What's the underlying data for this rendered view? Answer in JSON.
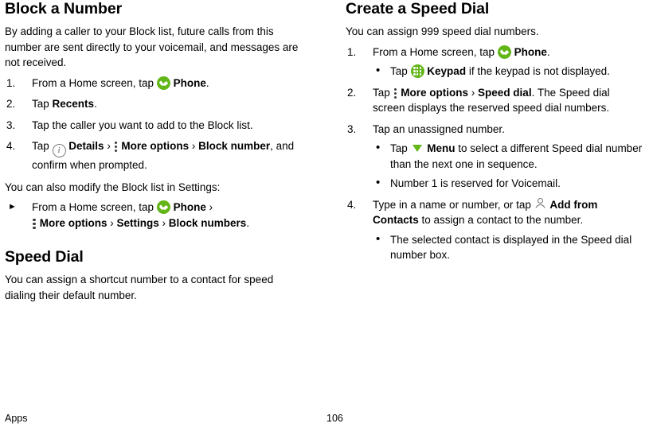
{
  "left": {
    "title": "Block a Number",
    "intro": "By adding a caller to your Block list, future calls from this number are sent directly to your voicemail, and messages are not received.",
    "steps": [
      {
        "num": "1.",
        "pre": "From a Home screen, tap ",
        "bold1": "Phone",
        "post": "."
      },
      {
        "num": "2.",
        "pre": "Tap ",
        "bold1": "Recents",
        "post": "."
      },
      {
        "num": "3.",
        "pre": "Tap the caller you want to add to the Block list.",
        "bold1": "",
        "post": ""
      },
      {
        "num": "4.",
        "pre": "Tap ",
        "bold1": "Details",
        "mid1": " › ",
        "bold2": "More options",
        "mid2": " › ",
        "bold3": "Block number",
        "post": ", and confirm when prompted."
      }
    ],
    "modify_note": "You can also modify the Block list in Settings:",
    "arrow_item": {
      "arrow": "►",
      "pre": "From a Home screen, tap ",
      "bold1": "Phone",
      "mid1": " › ",
      "bold2": "More options",
      "mid2": " › ",
      "bold3": "Settings",
      "mid3": " › ",
      "bold4": "Block numbers",
      "post": "."
    },
    "speed_dial_title": "Speed Dial",
    "speed_dial_body": "You can assign a shortcut number to a contact for speed dialing their default number."
  },
  "right": {
    "title": "Create a Speed Dial",
    "intro": "You can assign 999 speed dial numbers.",
    "steps": [
      {
        "num": "1.",
        "pre": "From a Home screen, tap ",
        "bold1": "Phone",
        "post": ".",
        "bullets": [
          {
            "pre": "Tap ",
            "bold1": "Keypad",
            "post": " if the keypad is not displayed."
          }
        ]
      },
      {
        "num": "2.",
        "pre": "Tap ",
        "bold1": "More options",
        "mid1": " › ",
        "bold2": "Speed dial",
        "post": ". The Speed dial screen displays the reserved speed dial numbers.",
        "bullets": []
      },
      {
        "num": "3.",
        "pre": "Tap an unassigned number.",
        "bold1": "",
        "post": "",
        "bullets": [
          {
            "pre": "Tap ",
            "bold1": "Menu",
            "post": " to select a different Speed dial number than the next one in sequence."
          },
          {
            "pre": "Number 1 is reserved for Voicemail.",
            "bold1": "",
            "post": ""
          }
        ]
      },
      {
        "num": "4.",
        "pre": "Type in a name or number, or tap ",
        "bold1": "Add from Contacts",
        "post": " to assign a contact to the number.",
        "bullets": [
          {
            "pre": "The selected contact is displayed in the Speed dial number box.",
            "bold1": "",
            "post": ""
          }
        ]
      }
    ]
  },
  "footer": {
    "left": "Apps",
    "page": "106"
  },
  "icons": {
    "phone": "phone-icon",
    "more_options": "more-options-icon",
    "details": "details-info-icon",
    "keypad": "keypad-icon",
    "menu": "menu-caret-icon",
    "add_from_contacts": "add-from-contacts-icon",
    "details_glyph": "i"
  },
  "colors": {
    "accent_green": "#63b618",
    "icon_gray": "#6f6f6f"
  }
}
